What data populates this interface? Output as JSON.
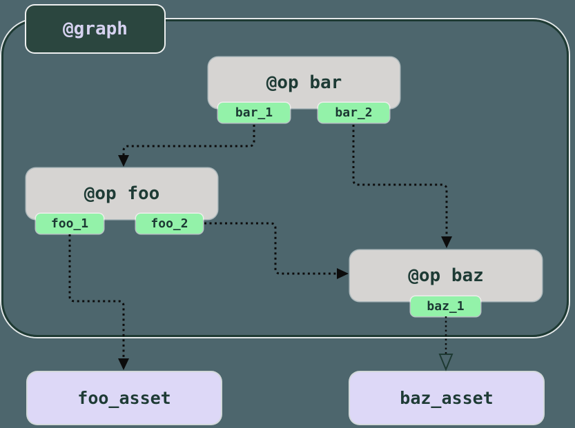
{
  "diagram": {
    "graph": {
      "label": "@graph"
    },
    "ops": [
      {
        "id": "bar",
        "title": "@op bar",
        "outputs": [
          {
            "label": "bar_1"
          },
          {
            "label": "bar_2"
          }
        ]
      },
      {
        "id": "foo",
        "title": "@op foo",
        "outputs": [
          {
            "label": "foo_1"
          },
          {
            "label": "foo_2"
          }
        ]
      },
      {
        "id": "baz",
        "title": "@op baz",
        "outputs": [
          {
            "label": "baz_1"
          }
        ]
      }
    ],
    "assets": [
      {
        "label": "foo_asset"
      },
      {
        "label": "baz_asset"
      }
    ],
    "edges": [
      {
        "from": "bar_1",
        "to": "@op foo",
        "style": "dotted-filled-arrow"
      },
      {
        "from": "bar_2",
        "to": "@op baz",
        "style": "dotted-filled-arrow"
      },
      {
        "from": "foo_2",
        "to": "@op baz",
        "style": "dotted-filled-arrow"
      },
      {
        "from": "foo_1",
        "to": "foo_asset",
        "style": "dotted-filled-arrow"
      },
      {
        "from": "baz_1",
        "to": "baz_asset",
        "style": "dotted-hollow-arrow"
      }
    ],
    "colors": {
      "background": "#4d666d",
      "graph_border": "#1e3a33",
      "graph_label_bg": "#2b463f",
      "graph_label_text": "#d6d2f0",
      "op_bg": "#d6d4d2",
      "op_text": "#1e3b35",
      "output_tag_bg": "#93f2a9",
      "output_tag_text": "#1c3833",
      "asset_bg": "#ddd8f7",
      "asset_text": "#1e3b35",
      "edge": "#0c0c0c",
      "halo": "#ffffff"
    }
  }
}
